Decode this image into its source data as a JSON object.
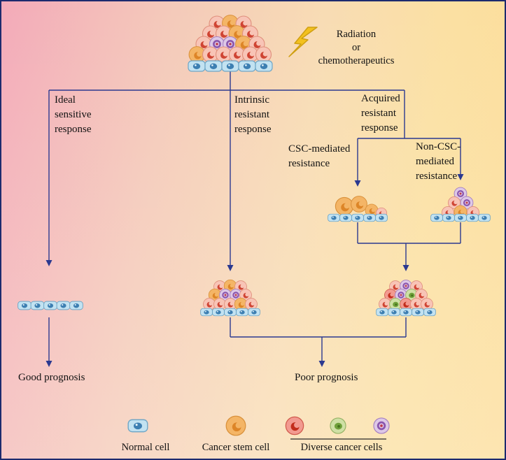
{
  "trigger": {
    "icon": "lightning-bolt-icon",
    "label": "Radiation\nor\nchemotherapeutics"
  },
  "branches": {
    "ideal": "Ideal\nsensitive\nresponse",
    "intrinsic": "Intrinsic\nresistant\nresponse",
    "acquired": "Acquired\nresistant\nresponse",
    "csc_mediated": "CSC-mediated\nresistance",
    "non_csc_mediated": "Non-CSC-\nmediated\nresistance"
  },
  "outcomes": {
    "good": "Good prognosis",
    "poor": "Poor prognosis"
  },
  "legend": {
    "normal_cell": "Normal cell",
    "cancer_stem_cell": "Cancer stem cell",
    "diverse_cancer_cells": "Diverse cancer cells"
  },
  "colors": {
    "connector": "#2b3990",
    "normal_cell": "#c2e2f1",
    "cancer_stem_cell": "#f4b566",
    "pink_cancer_cell": "#f8c4b6",
    "red_cancer_cell": "#f29a90",
    "green_cancer_cell": "#cfe0a5",
    "purple_cancer_cell": "#ddc8e7",
    "lightning": "#f3c11f"
  }
}
